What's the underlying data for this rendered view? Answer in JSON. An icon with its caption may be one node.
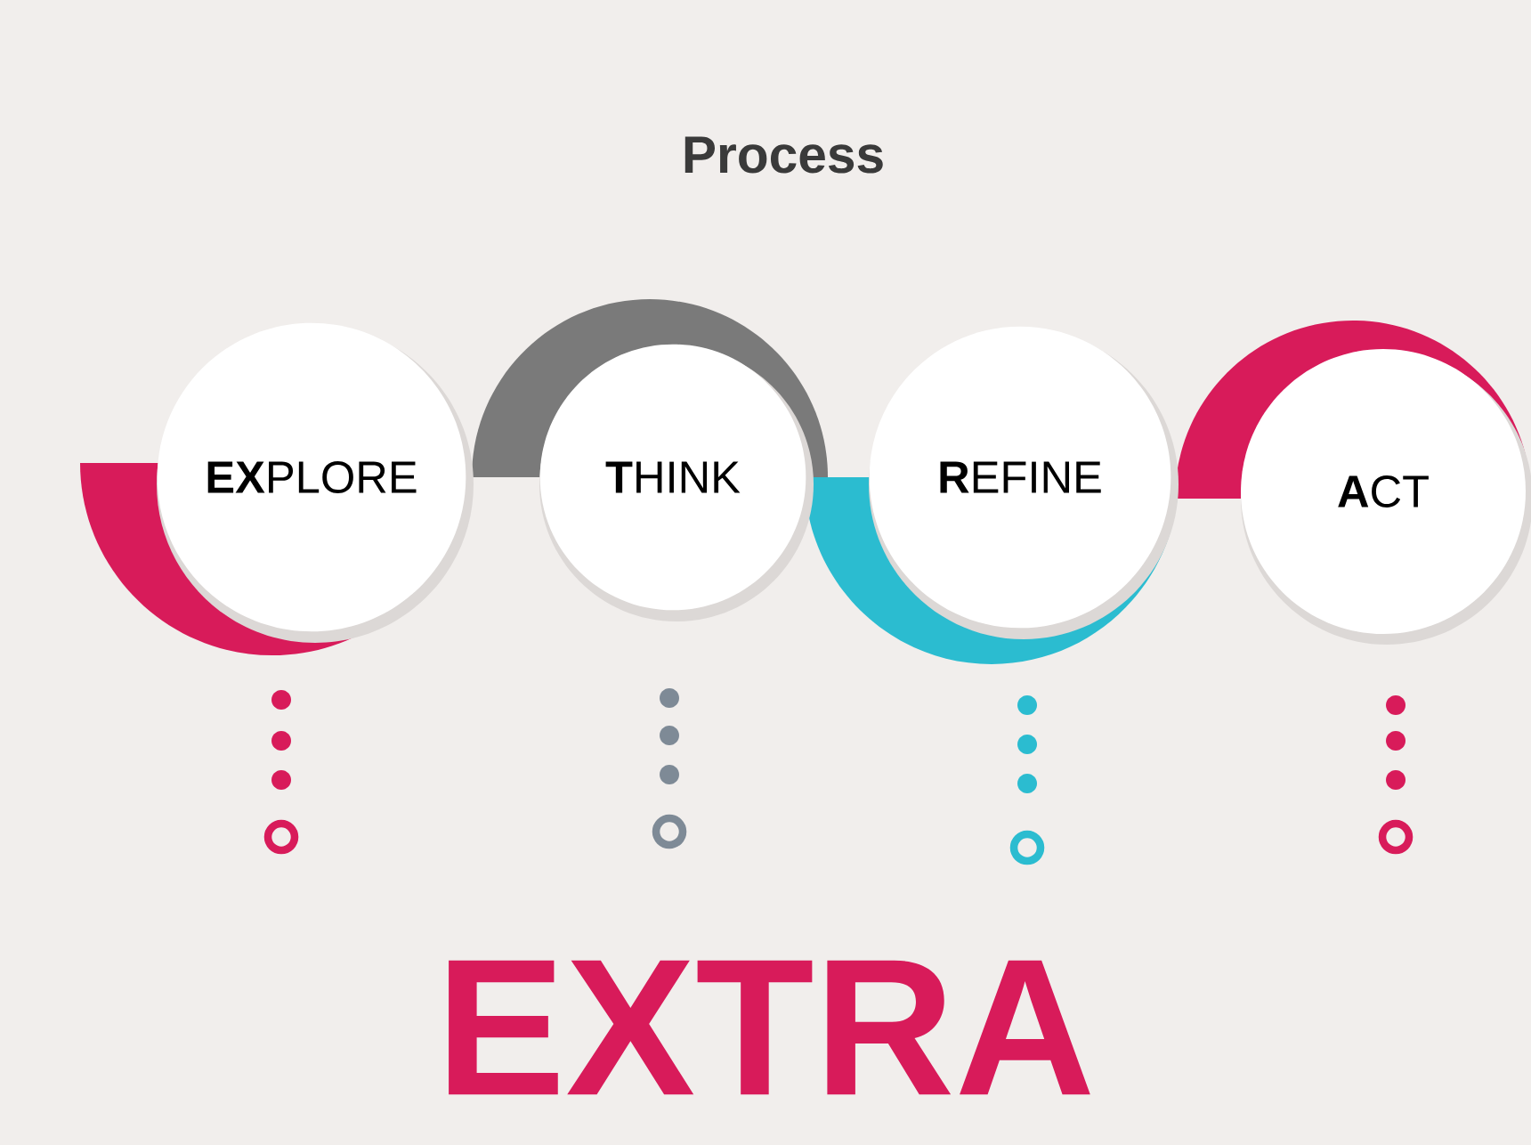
{
  "diagram": {
    "title": "Process",
    "nodes": [
      {
        "text": [
          "**EX**PLORE"
        ]
      },
      {
        "text": [
          "**T**HINK"
        ]
      },
      {
        "text": [
          "**R**EFINE"
        ]
      },
      {
        "text": [
          "**A**CT"
        ]
      }
    ],
    "labels": [
      "EXTRA"
    ]
  }
}
